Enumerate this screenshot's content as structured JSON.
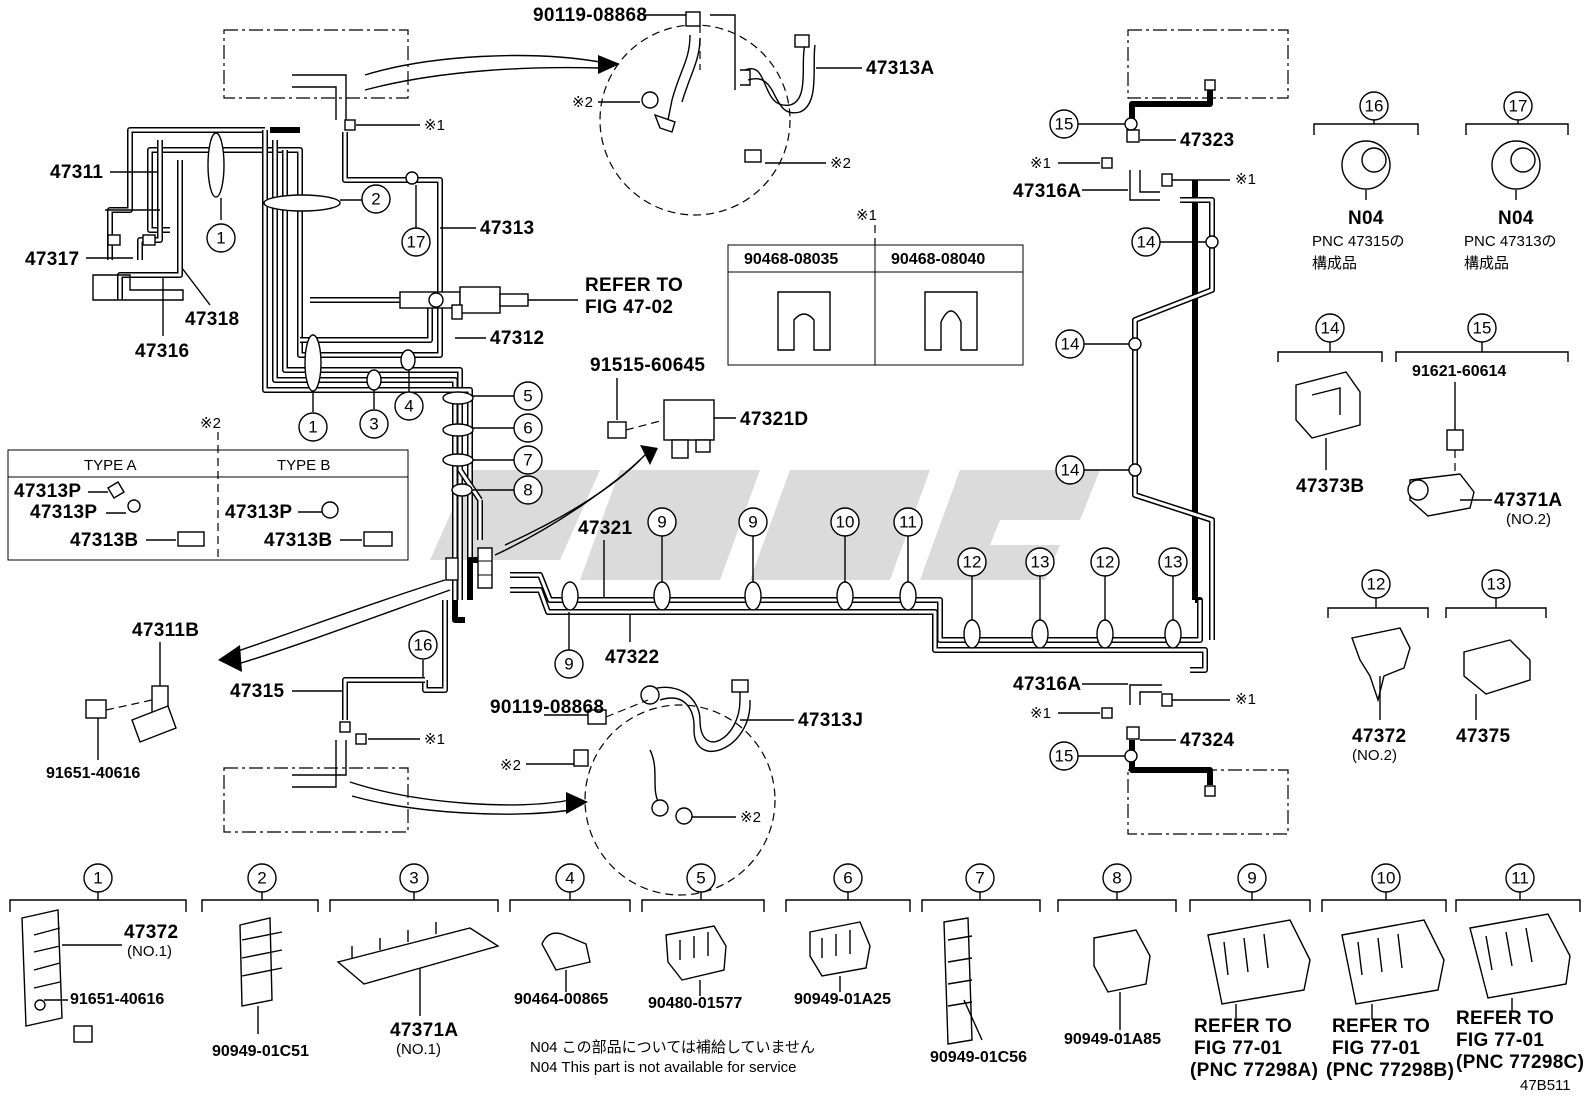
{
  "labels": {
    "p47313A": "47313A",
    "p90119_top": "90119-08868",
    "p47311": "47311",
    "p47317": "47317",
    "p47318": "47318",
    "p47316": "47316",
    "p47313": "47313",
    "p47312": "47312",
    "refer_fig_a": "REFER TO",
    "refer_fig_b": "FIG 47-02",
    "p91515": "91515-60645",
    "p47321D": "47321D",
    "p47321": "47321",
    "p47322": "47322",
    "p47311B": "47311B",
    "p91651_mid": "91651-40616",
    "p47315": "47315",
    "p90119_bot": "90119-08868",
    "p47313J": "47313J",
    "p47323": "47323",
    "p47316A_top": "47316A",
    "p47316A_bot": "47316A",
    "p47324": "47324",
    "p47373B": "47373B",
    "p91621": "91621-60614",
    "p47371A_right": "47371A",
    "p47371A_right_sub": "(NO.2)",
    "p47372_right": "47372",
    "p47372_right_sub": "(NO.2)",
    "p47375": "47375",
    "n04_a": "N04",
    "n04_a_note1": "PNC 47315の",
    "n04_a_note2": "構成品",
    "n04_b": "N04",
    "n04_b_note1": "PNC 47313の",
    "n04_b_note2": "構成品",
    "mark1": "※1",
    "mark2": "※2",
    "grommet_table_col1": "90468-08035",
    "grommet_table_col2": "90468-08040",
    "type_a": "TYPE A",
    "type_b": "TYPE B",
    "p47313P": "47313P",
    "p47313B": "47313B",
    "p47372_bottom": "47372",
    "p47372_bottom_sub": "(NO.1)",
    "p91651_bottom": "91651-40616",
    "p90949_01C51": "90949-01C51",
    "p47371A_bottom": "47371A",
    "p47371A_bottom_sub": "(NO.1)",
    "p90464": "90464-00865",
    "p90480": "90480-01577",
    "p90949_01A25": "90949-01A25",
    "p90949_01C56": "90949-01C56",
    "p90949_01A85": "90949-01A85",
    "refer_to": "REFER TO",
    "fig_77_01": "FIG 77-01",
    "pnc_a": "(PNC 77298A)",
    "pnc_b": "(PNC 77298B)",
    "pnc_c": "(PNC 77298C)",
    "n04_note_jp": "N04 この部品については補給していません",
    "n04_note_en": "N04 This part is not available for service",
    "fig_code": "47B511"
  },
  "callouts": [
    "1",
    "2",
    "3",
    "4",
    "5",
    "6",
    "7",
    "8",
    "9",
    "10",
    "11",
    "12",
    "13",
    "14",
    "15",
    "16",
    "17"
  ]
}
